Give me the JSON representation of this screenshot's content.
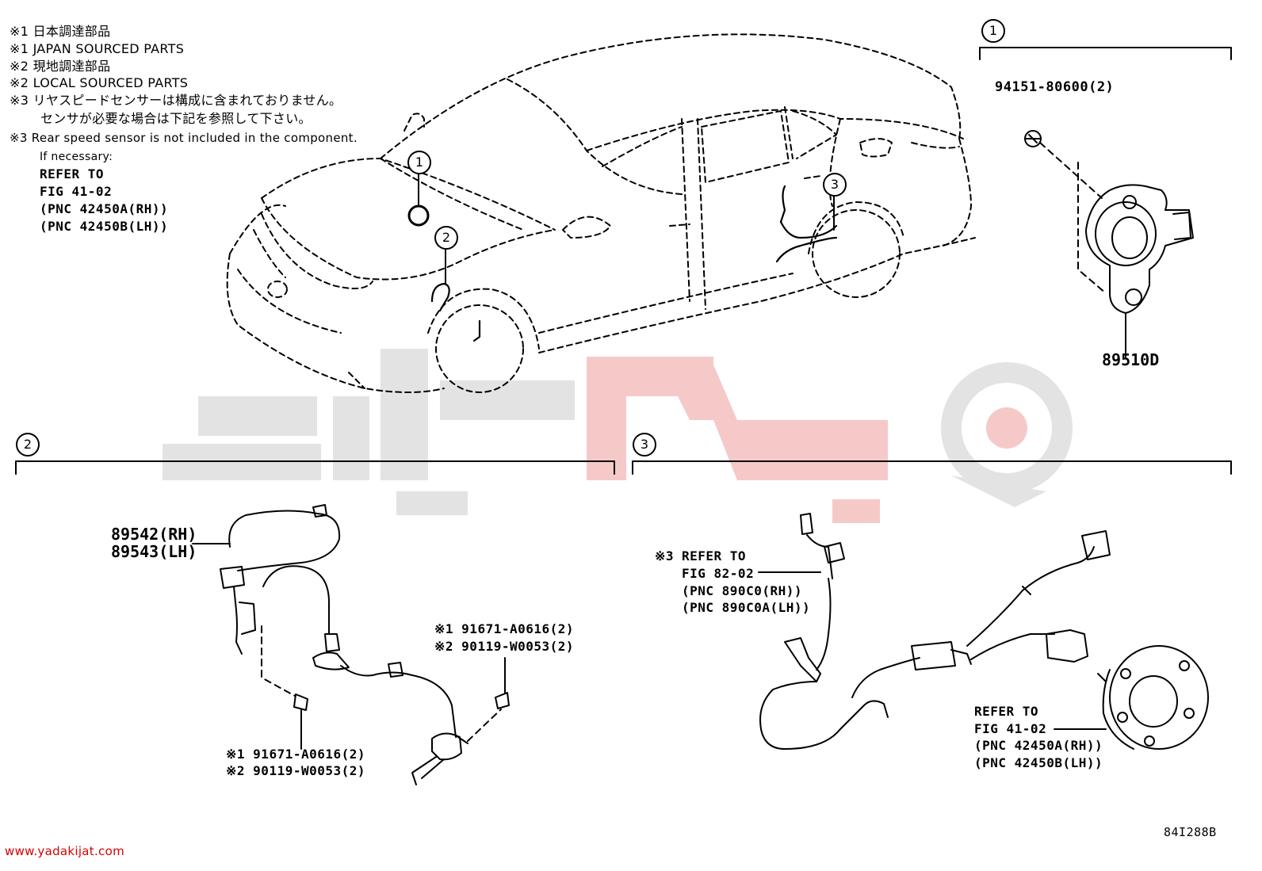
{
  "notes": {
    "n1_jp": "※1 日本調達部品",
    "n1_en": "※1 JAPAN SOURCED PARTS",
    "n2_jp": "※2 現地調達部品",
    "n2_en": "※2 LOCAL SOURCED PARTS",
    "n3_jp_1": "※3 リヤスピードセンサーは構成に含まれておりません。",
    "n3_jp_2": "センサが必要な場合は下記を参照して下さい。",
    "n3_en": "※3 Rear speed sensor is not included in the component.",
    "if_necessary": "If necessary:",
    "refer_1": "REFER TO",
    "refer_2": "FIG 41-02",
    "refer_3": "(PNC 42450A(RH))",
    "refer_4": "(PNC 42450B(LH))"
  },
  "callouts": {
    "c1": "1",
    "c2": "2",
    "c3": "3"
  },
  "section1": {
    "nut": "94151-80600(2)",
    "part": "89510D"
  },
  "section2": {
    "part_rh": "89542(RH)",
    "part_lh": "89543(LH)",
    "bolt_a_1": "※1 91671-A0616(2)",
    "bolt_a_2": "※2 90119-W0053(2)",
    "bolt_b_1": "※1 91671-A0616(2)",
    "bolt_b_2": "※2 90119-W0053(2)"
  },
  "section3": {
    "ref_mark": "※3",
    "ref1_1": "REFER TO",
    "ref1_2": "FIG 82-02",
    "ref1_3": "(PNC 890C0(RH))",
    "ref1_4": "(PNC 890C0A(LH))",
    "ref2_1": "REFER TO",
    "ref2_2": "FIG 41-02",
    "ref2_3": "(PNC 42450A(RH))",
    "ref2_4": "(PNC 42450B(LH))"
  },
  "footer": {
    "code": "84I288B",
    "site": "www.yadakijat.com"
  },
  "colors": {
    "line": "#000000",
    "watermark_gray": "#e3e3e3",
    "watermark_red": "#f6c9c9",
    "site_red": "#d40000"
  }
}
